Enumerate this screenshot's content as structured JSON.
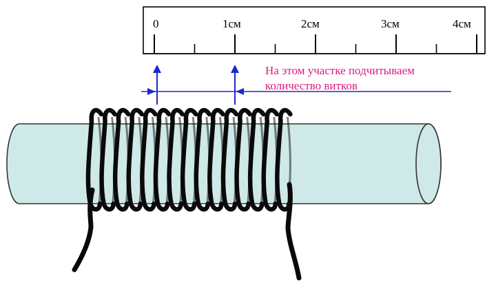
{
  "ruler": {
    "labels": [
      "0",
      "1см",
      "2см",
      "3см",
      "4см"
    ]
  },
  "annotation": {
    "line1": "На этом участке подчитываем",
    "line2": "количество витков",
    "text_color": "#e0197a"
  },
  "colors": {
    "arrow": "#1f27d0",
    "wire": "#0a0a0a",
    "rod_fill": "#cfe8e8",
    "rod_stroke": "#333333"
  }
}
